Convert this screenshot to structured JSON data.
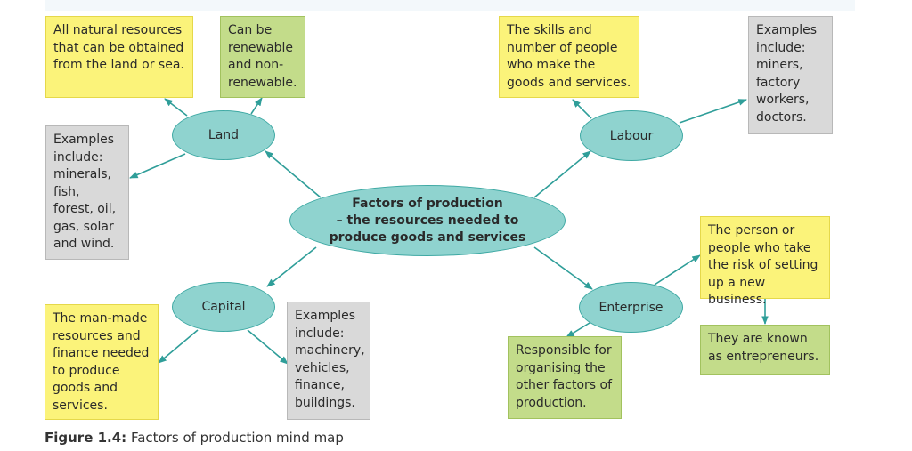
{
  "colors": {
    "node_fill": "#8fd3cf",
    "node_border": "#3fa9a4",
    "arrow": "#2f9e99",
    "definition_box": "#fbf37a",
    "note_box": "#c3dc8a",
    "examples_box": "#d9d9d9"
  },
  "center": {
    "line1": "Factors of production",
    "line2": "– the resources needed to",
    "line3": "produce goods and services"
  },
  "nodes": {
    "land": "Land",
    "labour": "Labour",
    "capital": "Capital",
    "enterprise": "Enterprise"
  },
  "boxes": {
    "land_definition": "All natural resources that can be obtained from the land or sea.",
    "land_note": "Can be renewable and non-renewable.",
    "land_examples": "Examples include: minerals, fish, forest, oil, gas, solar and wind.",
    "labour_definition": "The skills and number of people who make the goods and services.",
    "labour_examples": "Examples include: miners, factory workers, doctors.",
    "capital_definition": "The man-made resources and finance needed to produce goods and services.",
    "capital_examples": "Examples include: machinery, vehicles, finance, buildings.",
    "enterprise_definition": "The person or people who take the risk of setting up a new business.",
    "enterprise_note": "They are known as entrepreneurs.",
    "enterprise_role": "Responsible for organising the other factors of production."
  },
  "caption": {
    "label": "Figure 1.4:",
    "text": "Factors of production mind map"
  }
}
